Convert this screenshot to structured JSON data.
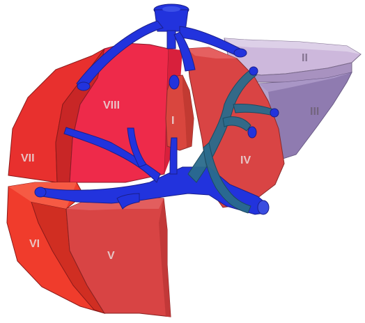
{
  "segments": [
    {
      "id": "I",
      "label": "I"
    },
    {
      "id": "II",
      "label": "II"
    },
    {
      "id": "III",
      "label": "III"
    },
    {
      "id": "IV",
      "label": "IV"
    },
    {
      "id": "V",
      "label": "V"
    },
    {
      "id": "VI",
      "label": "VI"
    },
    {
      "id": "VII",
      "label": "VII"
    },
    {
      "id": "VIII",
      "label": "VIII"
    }
  ],
  "colors": {
    "vessel": "#2233dd",
    "vessel_teal": "#2a6c8c",
    "seg_VII": "#e62a2a",
    "seg_VIII": "#ef2a4a",
    "seg_I": "#d9463e",
    "seg_IV": "#d84040",
    "seg_II": "#c9b4d8",
    "seg_III": "#9a86b5",
    "seg_V": "#d84444",
    "seg_VI": "#f03c2c"
  }
}
